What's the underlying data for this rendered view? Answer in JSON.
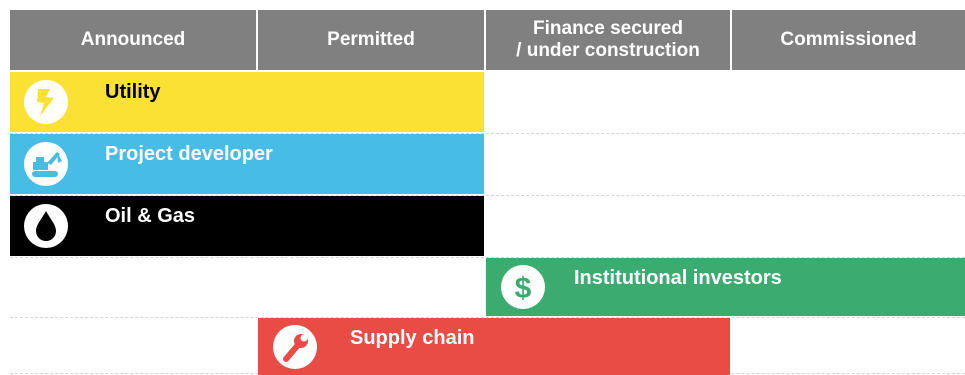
{
  "headers": {
    "announced": "Announced",
    "permitted": "Permitted",
    "finance_line1": "Finance secured",
    "finance_line2": "/ under construction",
    "commissioned": "Commissioned"
  },
  "rows": {
    "utility": {
      "label": "Utility",
      "icon": "lightning-bolt-icon",
      "color": "#fbe134"
    },
    "developer": {
      "label": "Project developer",
      "icon": "excavator-icon",
      "color": "#47bde6"
    },
    "oilgas": {
      "label": "Oil & Gas",
      "icon": "oil-drop-icon",
      "color": "#000000"
    },
    "investors": {
      "label": "Institutional investors",
      "icon": "dollar-icon",
      "color": "#3cab70"
    },
    "supply": {
      "label": "Supply chain",
      "icon": "wrench-icon",
      "color": "#e84c45"
    }
  },
  "colors": {
    "header_bg": "#808080",
    "header_text": "#ffffff"
  }
}
